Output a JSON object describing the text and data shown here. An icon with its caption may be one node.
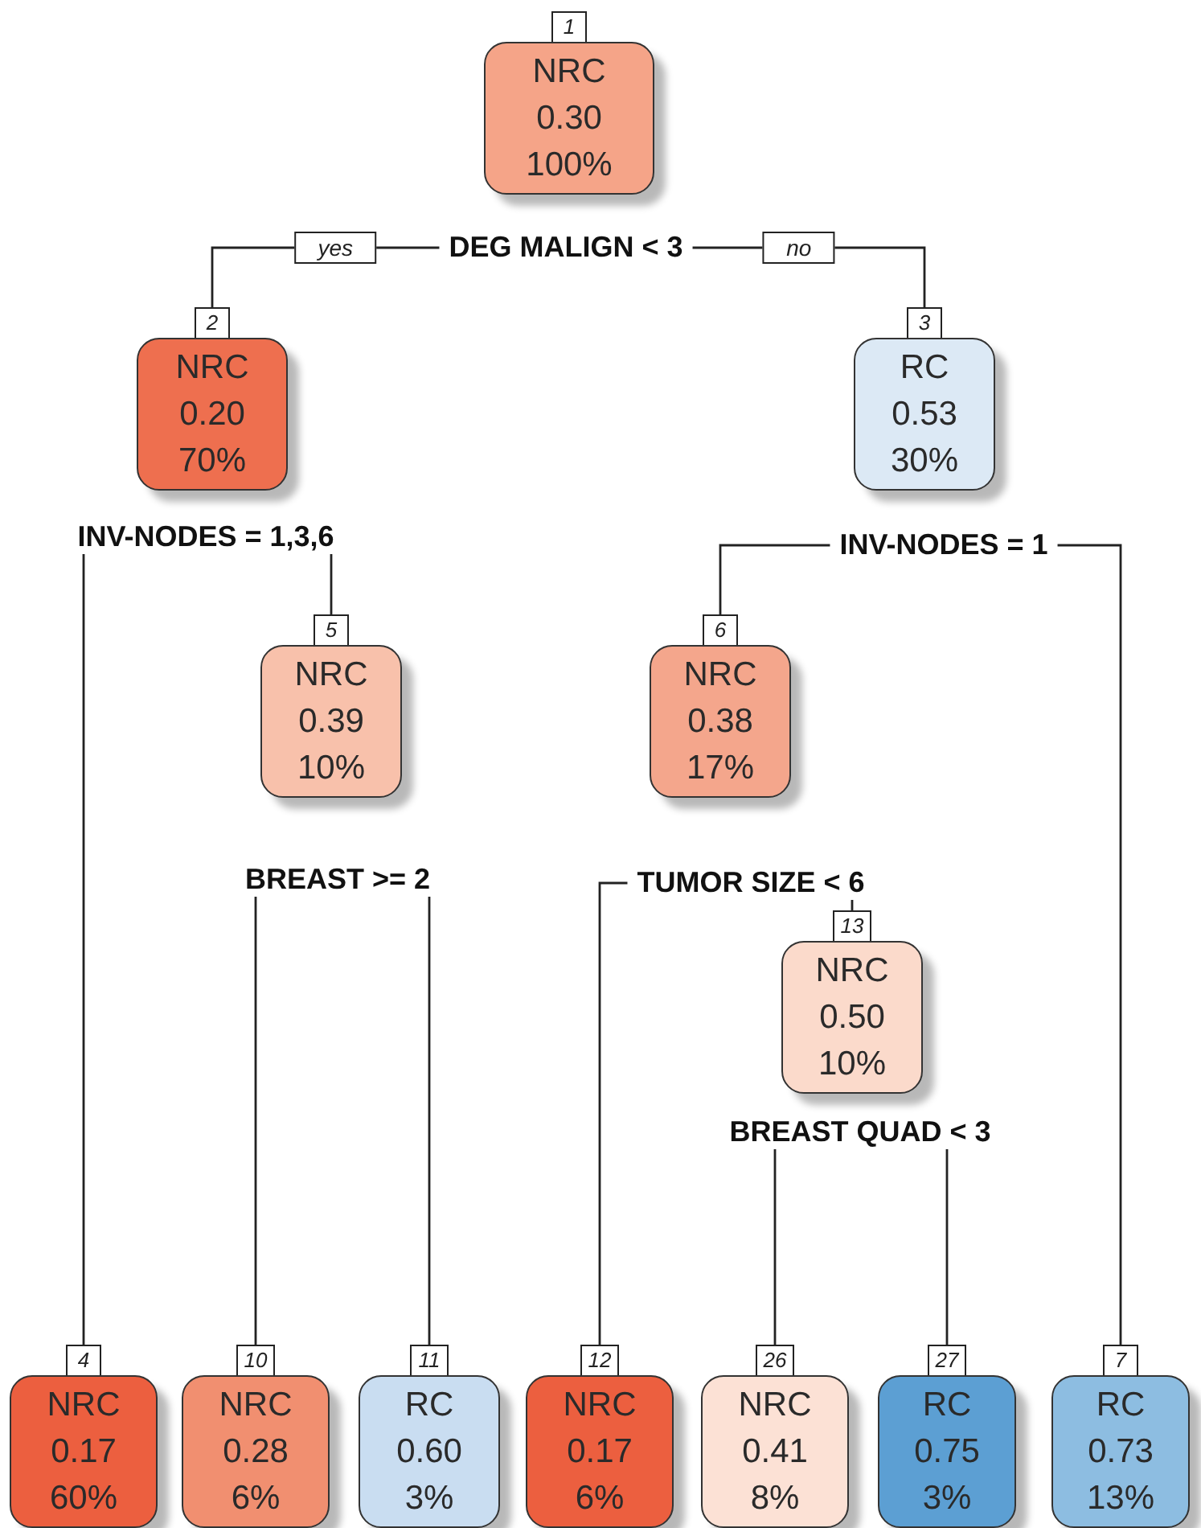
{
  "diagram": {
    "nodes": [
      {
        "text": [
          "1",
          "NRC",
          "0.30",
          "100%"
        ]
      },
      {
        "text": [
          "DEG MALIGN < 3"
        ]
      },
      {
        "text": [
          "2",
          "NRC",
          "0.20",
          "70%"
        ]
      },
      {
        "text": [
          "3",
          "RC",
          "0.53",
          "30%"
        ]
      },
      {
        "text": [
          "INV-NODES = 1,3,6"
        ]
      },
      {
        "text": [
          "INV-NODES = 1"
        ]
      },
      {
        "text": [
          "5",
          "NRC",
          "0.39",
          "10%"
        ]
      },
      {
        "text": [
          "6",
          "NRC",
          "0.38",
          "17%"
        ]
      },
      {
        "text": [
          "BREAST >= 2"
        ]
      },
      {
        "text": [
          "TUMOR SIZE < 6"
        ]
      },
      {
        "text": [
          "13",
          "NRC",
          "0.50",
          "10%"
        ]
      },
      {
        "text": [
          "BREAST QUAD < 3"
        ]
      },
      {
        "text": [
          "4",
          "NRC",
          "0.17",
          "60%"
        ]
      },
      {
        "text": [
          "10",
          "NRC",
          "0.28",
          "6%"
        ]
      },
      {
        "text": [
          "11",
          "RC",
          "0.60",
          "3%"
        ]
      },
      {
        "text": [
          "12",
          "NRC",
          "0.17",
          "6%"
        ]
      },
      {
        "text": [
          "26",
          "NRC",
          "0.41",
          "8%"
        ]
      },
      {
        "text": [
          "27",
          "RC",
          "0.75",
          "3%"
        ]
      },
      {
        "text": [
          "7",
          "RC",
          "0.73",
          "13%"
        ]
      }
    ],
    "edges": [
      {
        "from": 1,
        "to": 2,
        "arrow": "none",
        "label": "yes"
      },
      {
        "from": 1,
        "to": 3,
        "arrow": "none",
        "label": "no"
      },
      {
        "from": 4,
        "to": 12,
        "arrow": "none"
      },
      {
        "from": 4,
        "to": 6,
        "arrow": "none"
      },
      {
        "from": 5,
        "to": 7,
        "arrow": "none"
      },
      {
        "from": 5,
        "to": 18,
        "arrow": "none"
      },
      {
        "from": 8,
        "to": 13,
        "arrow": "none"
      },
      {
        "from": 8,
        "to": 14,
        "arrow": "none"
      },
      {
        "from": 9,
        "to": 15,
        "arrow": "none"
      },
      {
        "from": 9,
        "to": 10,
        "arrow": "none"
      },
      {
        "from": 11,
        "to": 16,
        "arrow": "none"
      },
      {
        "from": 11,
        "to": 17,
        "arrow": "none"
      }
    ]
  }
}
